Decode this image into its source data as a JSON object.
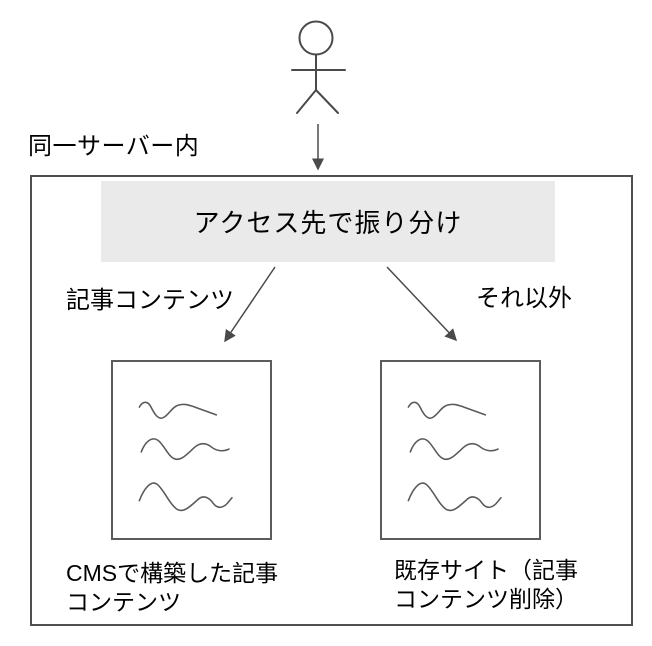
{
  "diagram": {
    "scope_label": "同一サーバー内",
    "router": {
      "label": "アクセス先で振り分け"
    },
    "branch_left": {
      "condition_label": "記事コンテンツ",
      "target_label": "CMSで構築した記事\nコンテンツ"
    },
    "branch_right": {
      "condition_label": "それ以外",
      "target_label": "既存サイト（記事\nコンテンツ削除）"
    },
    "icons": {
      "actor": "stick-figure-user-icon",
      "content_placeholder": "wavy-text-lines-icon",
      "arrowhead": "filled-triangle-arrowhead"
    },
    "colors": {
      "line": "#4a4a4a",
      "outer_border": "#4f4f4f",
      "inner_border": "#5c5c5c",
      "router_fill": "#eaeaea",
      "text": "#000000",
      "background": "#ffffff"
    }
  }
}
